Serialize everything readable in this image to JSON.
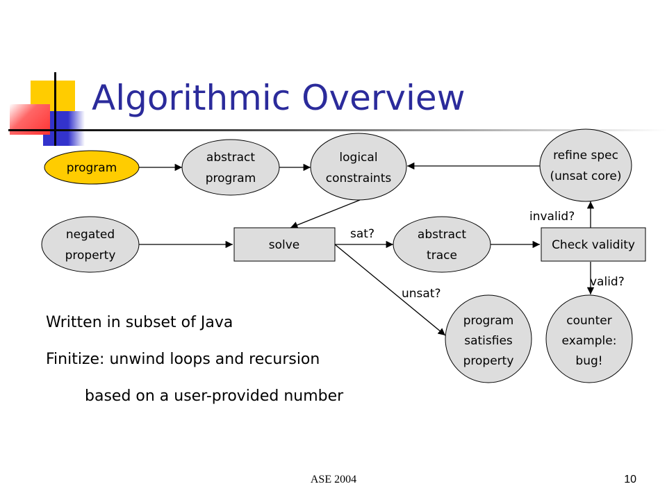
{
  "slide": {
    "title": "Algorithmic Overview",
    "footer_text": "ASE 2004",
    "page_number": "10"
  },
  "colors": {
    "title": "#2b2b9b",
    "node_fill": "#dddddd",
    "highlight_fill": "#ffcc00",
    "deco_yellow": "#ffcc00",
    "deco_blue": "#3333cc",
    "deco_red": "#ff3333"
  },
  "nodes": {
    "program": [
      "program"
    ],
    "abstract_program": [
      "abstract",
      "program"
    ],
    "logical_constraints": [
      "logical",
      "constraints"
    ],
    "refine_spec": [
      "refine spec",
      "(unsat core)"
    ],
    "negated_property": [
      "negated",
      "property"
    ],
    "solve": [
      "solve"
    ],
    "abstract_trace": [
      "abstract",
      "trace"
    ],
    "check_validity": [
      "Check validity"
    ],
    "program_satisfies": [
      "program",
      "satisfies",
      "property"
    ],
    "counter_example": [
      "counter",
      "example:",
      "bug!"
    ]
  },
  "edge_labels": {
    "sat": "sat?",
    "unsat": "unsat?",
    "invalid": "invalid?",
    "valid": "valid?"
  },
  "bullets": [
    "Written in subset of Java",
    "Finitize: unwind loops and recursion",
    "based on a user-provided number"
  ]
}
